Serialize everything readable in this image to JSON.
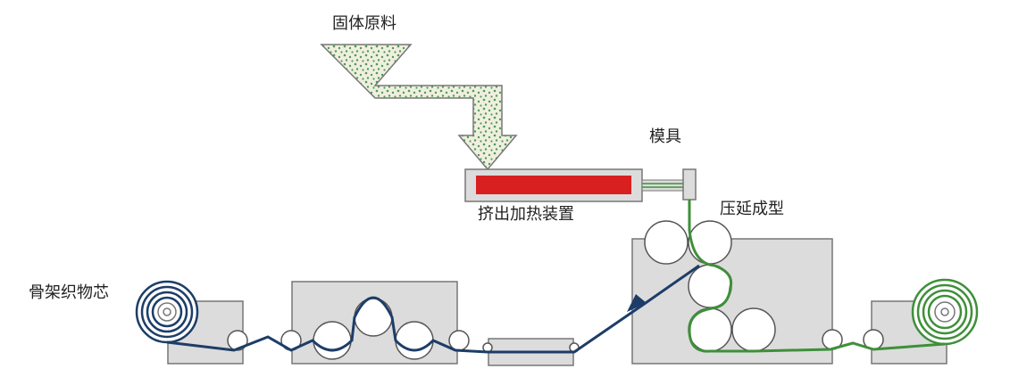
{
  "labels": {
    "raw_material": "固体原料",
    "die": "模具",
    "extrusion_heater": "挤出加热装置",
    "calendering": "压延成型",
    "fabric_core": "骨架织物芯"
  },
  "colors": {
    "box_fill": "#dcdcdc",
    "box_stroke": "#777777",
    "hopper_fill": "#efefdf",
    "granule": "#4f9a58",
    "heater_red": "#d82020",
    "fabric_line": "#1d3d68",
    "product_line": "#3f8f3a",
    "roller_fill": "#ffffff"
  }
}
